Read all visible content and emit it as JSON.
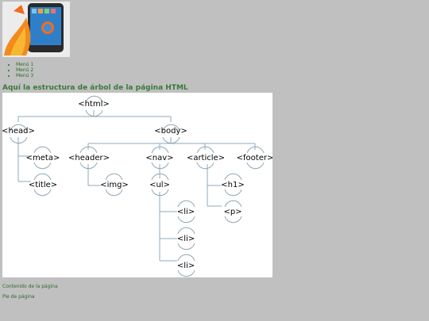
{
  "menu": {
    "items": [
      "Menú 1",
      "Menú 2",
      "Menú 3"
    ]
  },
  "heading": "Aquí la estructura de árbol de la página HTML",
  "tree": {
    "nodes": {
      "html": "<html>",
      "head": "<head>",
      "meta": "<meta>",
      "title": "<title>",
      "body": "<body>",
      "header": "<header>",
      "img": "<img>",
      "nav": "<nav>",
      "ul": "<ul>",
      "li1": "<li>",
      "li2": "<li>",
      "li3": "<li>",
      "article": "<article>",
      "h1": "<h1>",
      "p": "<p>",
      "footer": "<footer>"
    }
  },
  "content_text": "Contenido de la página",
  "footer_text": "Pie de página",
  "colors": {
    "background": "#c0c0c0",
    "link_green": "#2e6a2e",
    "tree_line": "#8fa8b8"
  }
}
